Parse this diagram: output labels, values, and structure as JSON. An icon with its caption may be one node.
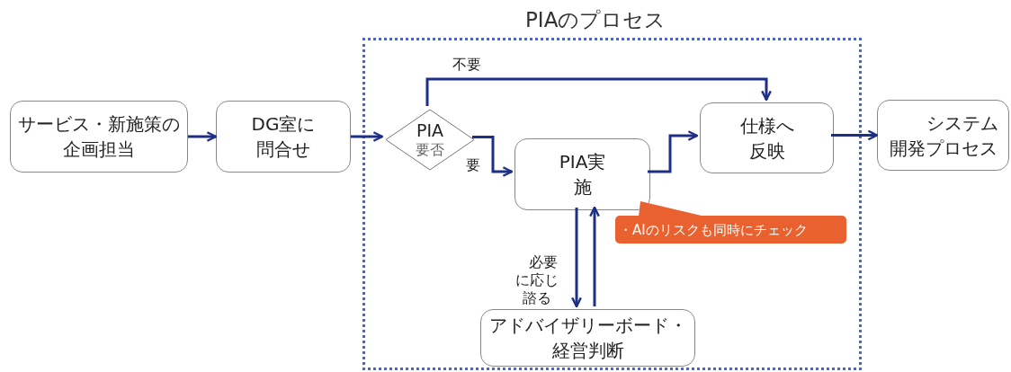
{
  "diagram": {
    "nodes": [
      {
        "text": [
          "PIAのプロセス"
        ]
      },
      {
        "text": [
          "サービス・新施策の企画担当"
        ]
      },
      {
        "text": [
          "DG室に問合せ"
        ]
      },
      {
        "text": [
          "PIA",
          "要否"
        ],
        "in": 0
      },
      {
        "text": [
          "PIA実施"
        ],
        "in": 0
      },
      {
        "text": [
          "仕様へ反映"
        ],
        "in": 0
      },
      {
        "text": [
          "システム開発プロセス"
        ]
      },
      {
        "text": [
          "アドバイザリーボード・経営判断"
        ],
        "in": 0
      },
      {
        "text": [
          "・AIのリスクも同時にチェック"
        ],
        "in": 0
      }
    ],
    "edges": [
      {
        "from": 1,
        "to": 2,
        "arrow": "to"
      },
      {
        "from": 2,
        "to": 3,
        "arrow": "to"
      },
      {
        "from": 3,
        "to": 5,
        "arrow": "to",
        "label": "不要"
      },
      {
        "from": 3,
        "to": 4,
        "arrow": "to",
        "label": "要"
      },
      {
        "from": 4,
        "to": 5,
        "arrow": "to"
      },
      {
        "from": 5,
        "to": 6,
        "arrow": "to"
      },
      {
        "from": 4,
        "to": 7,
        "arrow": "to",
        "label": "必要に応じ諮る"
      },
      {
        "from": 7,
        "to": 4,
        "arrow": "to"
      }
    ]
  }
}
